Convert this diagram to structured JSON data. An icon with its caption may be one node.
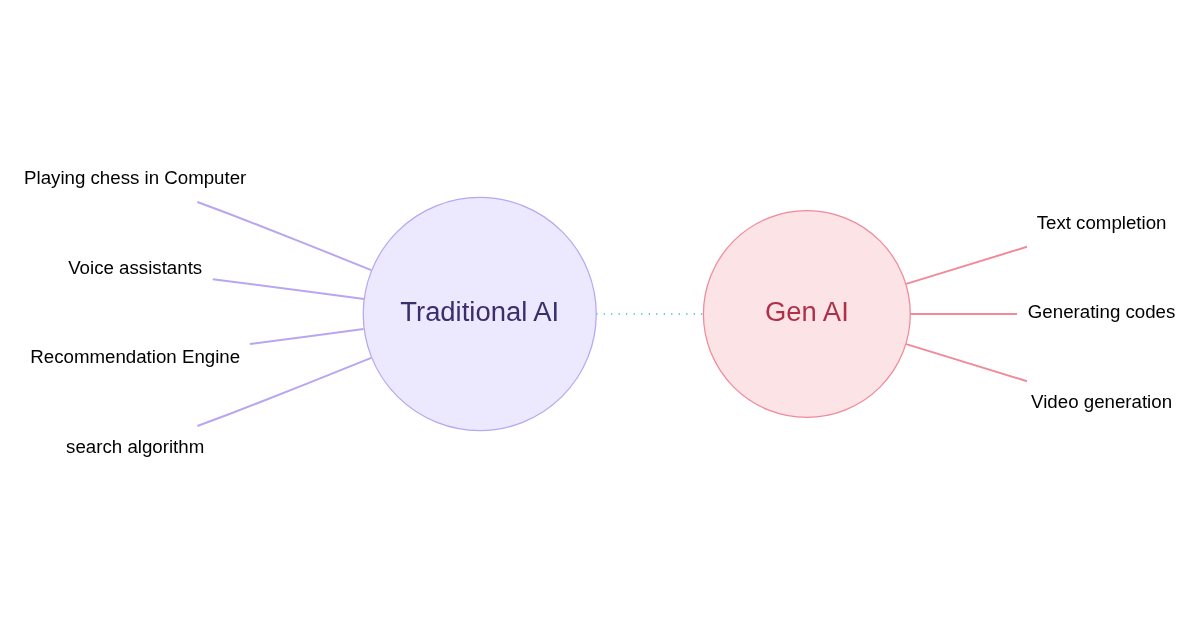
{
  "diagram": {
    "nodes": [
      {
        "text": [
          "Playing chess in Computer"
        ]
      },
      {
        "text": [
          "Voice assistants"
        ]
      },
      {
        "text": [
          "Recommendation Engine"
        ]
      },
      {
        "text": [
          "search algorithm"
        ]
      },
      {
        "text": [
          "Traditional AI"
        ]
      },
      {
        "text": [
          "Gen AI"
        ]
      },
      {
        "text": [
          "Text completion"
        ]
      },
      {
        "text": [
          "Generating codes"
        ]
      },
      {
        "text": [
          "Video generation"
        ]
      }
    ],
    "edges": [
      {
        "from": 0,
        "to": 4,
        "arrow": "none"
      },
      {
        "from": 1,
        "to": 4,
        "arrow": "none"
      },
      {
        "from": 2,
        "to": 4,
        "arrow": "none"
      },
      {
        "from": 3,
        "to": 4,
        "arrow": "none"
      },
      {
        "from": 4,
        "to": 5,
        "arrow": "none",
        "style": "dashed",
        "color": "#5fd3c8"
      },
      {
        "from": 5,
        "to": 6,
        "arrow": "none",
        "color": "#f08a9a"
      },
      {
        "from": 5,
        "to": 7,
        "arrow": "none",
        "color": "#f08a9a"
      },
      {
        "from": 5,
        "to": 8,
        "arrow": "none",
        "color": "#f08a9a"
      }
    ]
  }
}
